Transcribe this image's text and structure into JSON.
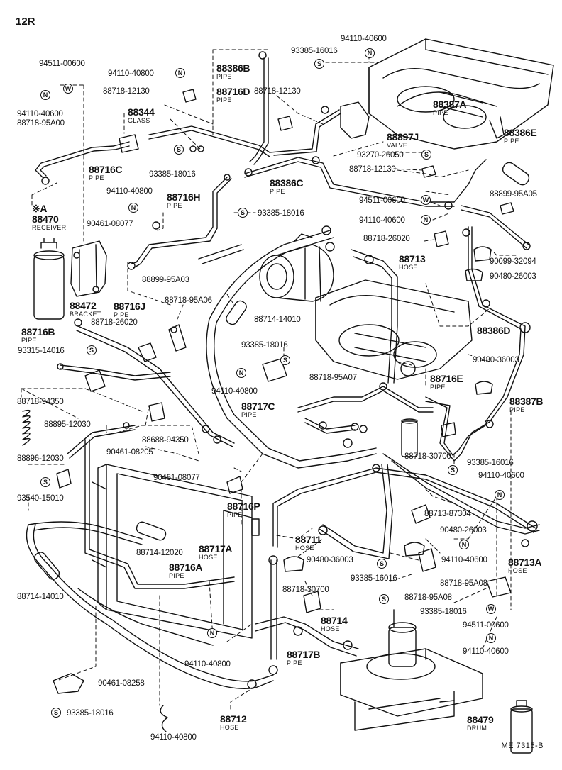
{
  "diagram": {
    "section": "12R",
    "drawing_code": "ME 7315-B",
    "labels": {
      "p94511_00600_a": "94511-00600",
      "p94110_40600_a": "94110-40600",
      "p88718_95A00": "88718-95A00",
      "p88716C": "88716C",
      "p88716C_sub": "PIPE",
      "p94110_40800_top": "94110-40800",
      "p88718_12130_a": "88718-12130",
      "p88344": "88344",
      "p88344_sub": "GLASS",
      "p88386B": "88386B",
      "p88386B_sub": "PIPE",
      "p88716D": "88716D",
      "p88716D_sub": "PIPE",
      "p88718_12130_b": "88718-12130",
      "p94110_40600_top": "94110-40600",
      "p93385_16016_top": "93385-16016",
      "p88387A": "88387A",
      "p88387A_sub": "PIPE",
      "p88386E": "88386E",
      "p88386E_sub": "PIPE",
      "p88897J": "88897J",
      "p88897J_sub": "VALVE",
      "p93270_26050": "93270-26050",
      "p88718_12130_c": "88718-12130",
      "p93385_18016_a": "93385-18016",
      "p88386C": "88386C",
      "p88386C_sub": "PIPE",
      "p88899_95A05": "88899-95A05",
      "p94110_40800_b": "94110-40800",
      "p88716H": "88716H",
      "p88716H_sub": "PIPE",
      "p94511_00600_b": "94511-00600",
      "p94110_40600_b": "94110-40600",
      "pA88470": "※A",
      "p88470": "88470",
      "p88470_sub": "RECEIVER",
      "p93385_18016_b": "93385-18016",
      "p90461_08077_a": "90461-08077",
      "p88718_26020_a": "88718-26020",
      "p90099_32094": "90099-32094",
      "p88713": "88713",
      "p88713_sub": "HOSE",
      "p90480_26003_a": "90480-26003",
      "p88899_95A03": "88899-95A03",
      "p88472": "88472",
      "p88472_sub": "BRACKET",
      "p88716J": "88716J",
      "p88716J_sub": "PIPE",
      "p88718_95A06": "88718-95A06",
      "p88714_14010_a": "88714-14010",
      "p88718_26020_b": "88718-26020",
      "p88386D": "88386D",
      "p88716B": "88716B",
      "p88716B_sub": "PIPE",
      "p93315_14016": "93315-14016",
      "p93385_18016_c": "93385-18016",
      "p90480_36003_a": "90480-36003",
      "p88718_95A07": "88718-95A07",
      "p94110_40800_c": "94110-40800",
      "p88716E": "88716E",
      "p88716E_sub": "PIPE",
      "p88718_94350": "88718-94350",
      "p88717C": "88717C",
      "p88717C_sub": "PIPE",
      "p88387B": "88387B",
      "p88387B_sub": "PIPE",
      "p88895_12030": "88895-12030",
      "p88688_94350": "88688-94350",
      "p90461_08205": "90461-08205",
      "p88718_30700_a": "88718-30700",
      "p88896_12030": "88896-12030",
      "p93385_16016_b": "93385-16016",
      "p94110_40600_c": "94110-40600",
      "p90461_08077_b": "90461-08077",
      "p93540_15010": "93540-15010",
      "p88716P": "88716P",
      "p88716P_sub": "PIPE",
      "p88713_87304": "88713-87304",
      "p88714_12020": "88714-12020",
      "p88717A": "88717A",
      "p88717A_sub": "HOSE",
      "p88711": "88711",
      "p88711_sub": "HOSE",
      "p90480_26003_b": "90480-26003",
      "p88716A": "88716A",
      "p88716A_sub": "PIPE",
      "p90480_36003_b": "90480-36003",
      "p94110_40600_d": "94110-40600",
      "p88713A": "88713A",
      "p88713A_sub": "HOSE",
      "p88714_14010_b": "88714-14010",
      "p93385_16016_c": "93385-16016",
      "p88718_95A08_a": "88718-95A08",
      "p88718_30700_b": "88718-30700",
      "p88718_95A08_b": "88718-95A08",
      "p93385_18016_d": "93385-18016",
      "p88714": "88714",
      "p88714_sub": "HOSE",
      "p94511_00600_c": "94511-00600",
      "p94110_40800_d": "94110-40800",
      "p88717B": "88717B",
      "p88717B_sub": "PIPE",
      "p94110_40600_e": "94110-40600",
      "p90461_08258": "90461-08258",
      "p93385_18016_e": "93385-18016",
      "p88712": "88712",
      "p88712_sub": "HOSE",
      "p94110_40800_e": "94110-40800",
      "p88479": "88479",
      "p88479_sub": "DRUM"
    },
    "symbols": {
      "n": "N",
      "w": "W",
      "s": "S"
    }
  }
}
